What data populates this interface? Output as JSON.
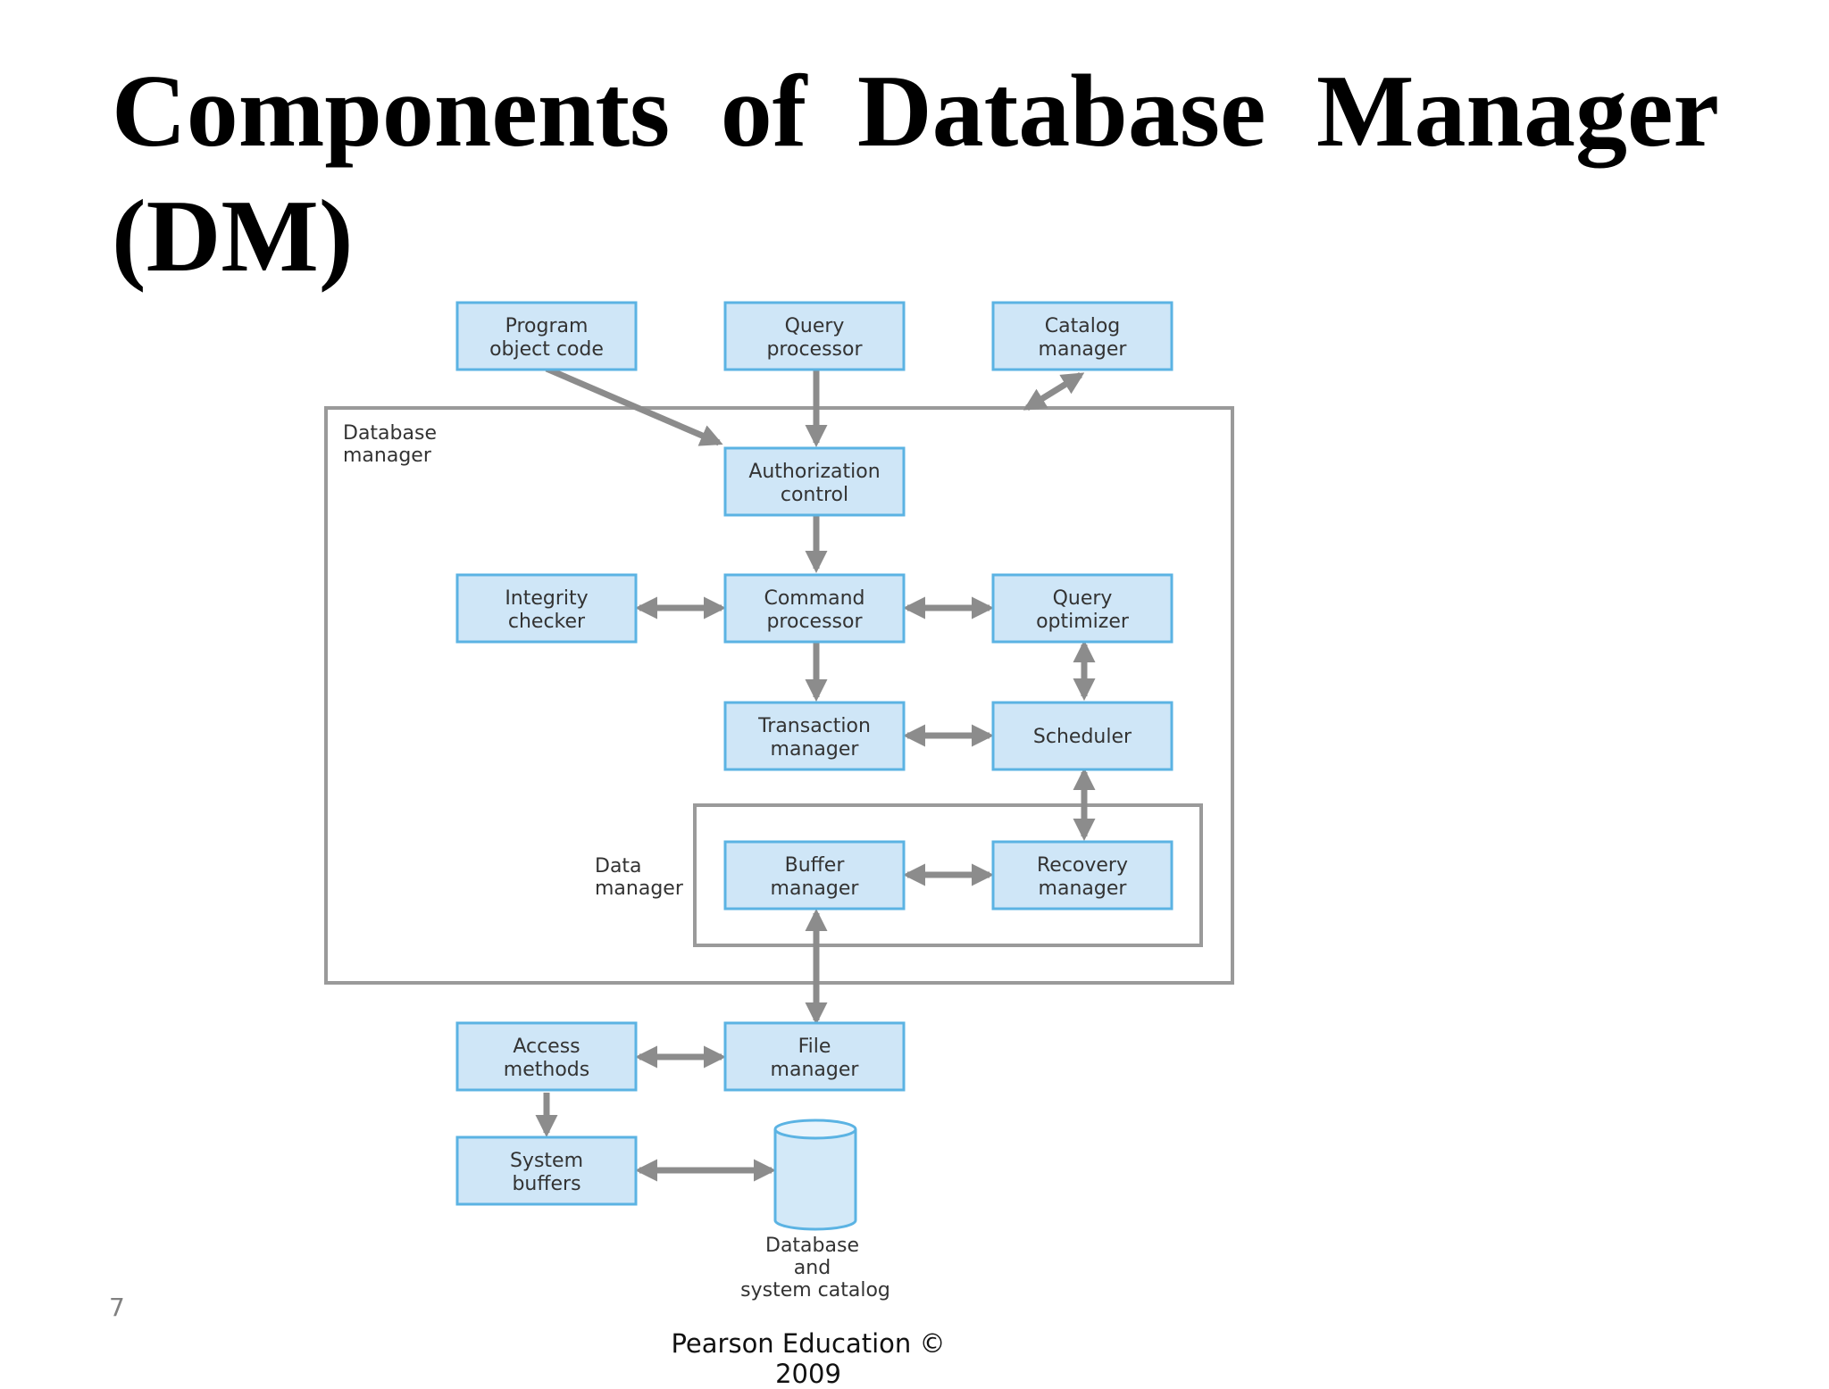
{
  "slide": {
    "title_words": [
      "Components",
      "of",
      "Database",
      "Manager"
    ],
    "title_line2": "(DM)",
    "slide_number": "7",
    "footer": "Pearson Education © 2009"
  },
  "diagram": {
    "frames": {
      "database_manager": [
        "Database",
        "manager"
      ],
      "data_manager": [
        "Data",
        "manager"
      ]
    },
    "boxes": {
      "program_object_code": [
        "Program",
        "object code"
      ],
      "query_processor": [
        "Query",
        "processor"
      ],
      "catalog_manager": [
        "Catalog",
        "manager"
      ],
      "authorization_control": [
        "Authorization",
        "control"
      ],
      "integrity_checker": [
        "Integrity",
        "checker"
      ],
      "command_processor": [
        "Command",
        "processor"
      ],
      "query_optimizer": [
        "Query",
        "optimizer"
      ],
      "transaction_manager": [
        "Transaction",
        "manager"
      ],
      "scheduler": [
        "Scheduler"
      ],
      "buffer_manager": [
        "Buffer",
        "manager"
      ],
      "recovery_manager": [
        "Recovery",
        "manager"
      ],
      "access_methods": [
        "Access",
        "methods"
      ],
      "file_manager": [
        "File",
        "manager"
      ],
      "system_buffers": [
        "System",
        "buffers"
      ]
    },
    "database": [
      "Database",
      "and",
      "system catalog"
    ],
    "colors": {
      "box_fill": "#cfe6f7",
      "box_border": "#5bb3e3",
      "arrow": "#8c8c8c",
      "frame": "#9a9a9a"
    }
  }
}
